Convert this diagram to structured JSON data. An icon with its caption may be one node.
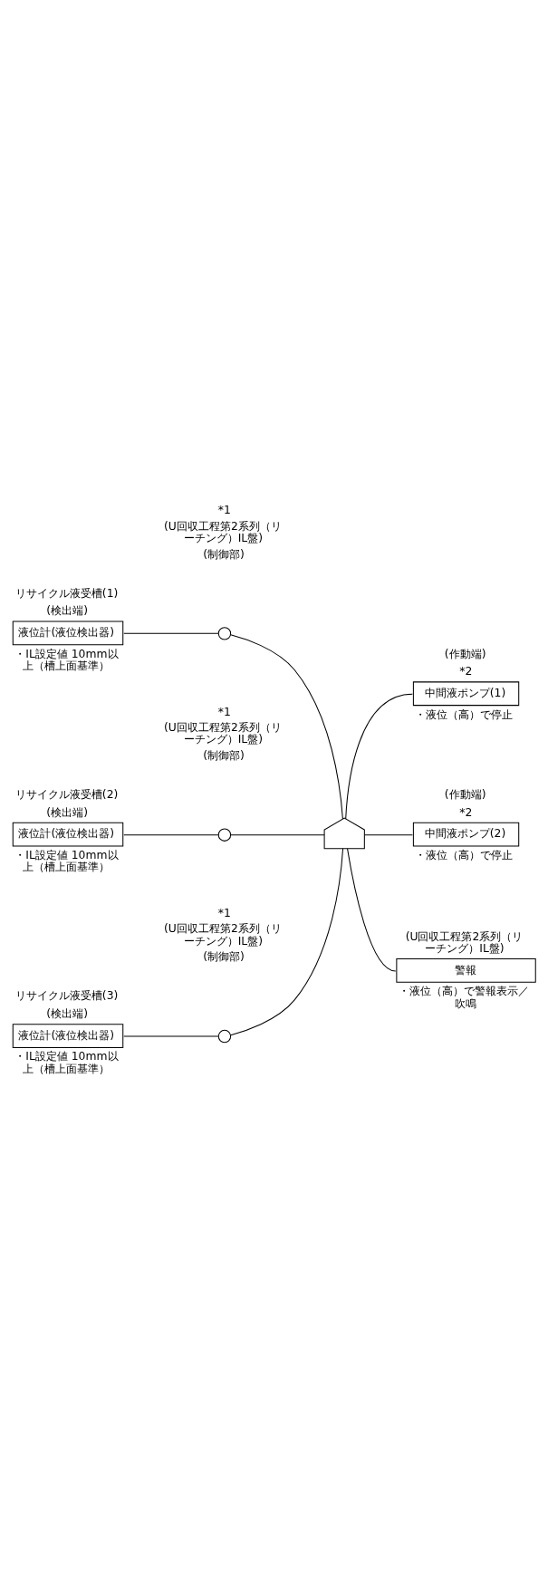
{
  "diagram": {
    "nodes": [
      {
        "text": [
          "液位計(液位検出器)"
        ],
        "beside": [
          "リサイクル液受槽(1)",
          "(検出端)",
          "・IL設定値 10mm以上（槽上面基準）"
        ]
      },
      {
        "text": [],
        "shape": "circle",
        "beside": [
          "*1",
          "(U回収工程第2系列（リーチング）IL盤)",
          "(制御部)"
        ]
      },
      {
        "text": [
          "液位計(液位検出器)"
        ],
        "beside": [
          "リサイクル液受槽(2)",
          "(検出端)",
          "・IL設定値 10mm以上（槽上面基準）"
        ]
      },
      {
        "text": [],
        "shape": "circle",
        "beside": [
          "*1",
          "(U回収工程第2系列（リーチング）IL盤)",
          "(制御部)"
        ]
      },
      {
        "text": [
          "液位計(液位検出器)"
        ],
        "beside": [
          "リサイクル液受槽(3)",
          "(検出端)",
          "・IL設定値 10mm以上（槽上面基準）"
        ]
      },
      {
        "text": [],
        "shape": "circle",
        "beside": [
          "*1",
          "(U回収工程第2系列（リーチング）IL盤)",
          "(制御部)"
        ]
      },
      {
        "text": [],
        "shape": "gate"
      },
      {
        "text": [
          "中間液ポンプ(1)"
        ],
        "beside": [
          "(作動端)",
          "*2",
          "・液位（高）で停止"
        ]
      },
      {
        "text": [
          "中間液ポンプ(2)"
        ],
        "beside": [
          "(作動端)",
          "*2",
          "・液位（高）で停止"
        ]
      },
      {
        "text": [
          "警報"
        ],
        "beside": [
          "(U回収工程第2系列（リーチング）IL盤)",
          "・液位（高）で警報表示／吹鳴"
        ]
      }
    ],
    "edges": [
      {
        "from": 0,
        "to": 1,
        "arrow": "none"
      },
      {
        "from": 1,
        "to": 6,
        "arrow": "none"
      },
      {
        "from": 2,
        "to": 3,
        "arrow": "none"
      },
      {
        "from": 3,
        "to": 6,
        "arrow": "none"
      },
      {
        "from": 4,
        "to": 5,
        "arrow": "none"
      },
      {
        "from": 5,
        "to": 6,
        "arrow": "none"
      },
      {
        "from": 6,
        "to": 7,
        "arrow": "none"
      },
      {
        "from": 6,
        "to": 8,
        "arrow": "none"
      },
      {
        "from": 6,
        "to": 9,
        "arrow": "none"
      }
    ]
  }
}
